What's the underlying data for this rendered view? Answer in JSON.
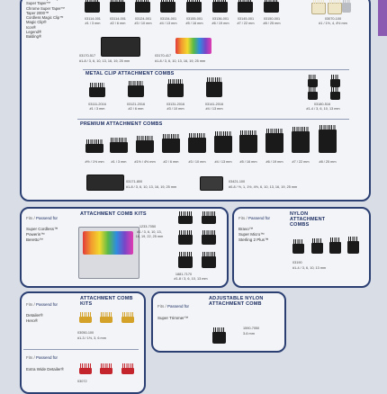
{
  "colors": {
    "navy": "#2b3f73",
    "panel": "#f2f4f7",
    "black": "#1a1a1a",
    "gold": "#d4a229",
    "red": "#c4242b",
    "purple": "#8a5bb0"
  },
  "top": {
    "models": "Cordless Super Taper™\nSuper Taper™\nChrome Super Taper™\nTaper 2000™\nCordless Magic Clip™\nMagic Clip®\nIcon®\nLegend®\nBalding®",
    "row1": [
      {
        "code": "03114-001",
        "size": "#1 / 3 mm"
      },
      {
        "code": "03114-001",
        "size": "#2 / 6 mm"
      },
      {
        "code": "03124-001",
        "size": "#3 / 10 mm"
      },
      {
        "code": "03134-001",
        "size": "#4 / 13 mm"
      },
      {
        "code": "03155-001",
        "size": "#5 / 16 mm"
      },
      {
        "code": "03136-001",
        "size": "#6 / 19 mm"
      },
      {
        "code": "03145-001",
        "size": "#7 / 22 mm"
      },
      {
        "code": "03150-001",
        "size": "#8 / 25 mm"
      },
      {
        "code": "03070-100",
        "size": "#1 / 1½, 4, 4½ mm"
      }
    ],
    "kit_black": {
      "code": "03170-517",
      "sizes": "#1-8 / 3, 6, 10, 13, 16, 19, 25 mm"
    },
    "kit_color": {
      "code": "03170-417",
      "sizes": "#1-8 / 3, 6, 10, 13, 16, 19, 25 mm"
    }
  },
  "metal": {
    "title": "Metal Clip Attachment Combs",
    "items": [
      {
        "code": "03111-2016",
        "size": "#1 / 3 mm"
      },
      {
        "code": "03121-2016",
        "size": "#2 / 6 mm"
      },
      {
        "code": "03131-2016",
        "size": "#3 / 10 mm"
      },
      {
        "code": "03141-2016",
        "size": "#4 / 13 mm"
      },
      {
        "code": "03180-516",
        "size": "#1-4 / 3, 6, 10, 13 mm"
      }
    ]
  },
  "premium": {
    "title": "Premium Attachment Combs",
    "items": [
      {
        "code": "",
        "size": "#½ / 1½ mm"
      },
      {
        "code": "",
        "size": "#1 / 3 mm"
      },
      {
        "code": "",
        "size": "#1½ / 4½ mm"
      },
      {
        "code": "",
        "size": "#2 / 6 mm"
      },
      {
        "code": "",
        "size": "#3 / 10 mm"
      },
      {
        "code": "",
        "size": "#4 / 13 mm"
      },
      {
        "code": "",
        "size": "#5 / 16 mm"
      },
      {
        "code": "",
        "size": "#6 / 19 mm"
      },
      {
        "code": "",
        "size": "#7 / 22 mm"
      },
      {
        "code": "",
        "size": "#8 / 25 mm"
      }
    ],
    "kit1": {
      "code": "03171-800",
      "sizes": "#1-8 / 3, 6, 10, 13, 16, 19, 25 mm"
    },
    "kit2": {
      "code": "03421-100",
      "sizes": "#0-8 / ½, 1, 1½, 4½, 6, 10, 13, 16, 19, 25 mm"
    }
  },
  "kits": {
    "title": "Attachment Comb Kits",
    "fits_label": "Fits",
    "passend_label": "Passend für",
    "models": "Super Cordless™\nPowerin™\nBeretto™",
    "code1": "1233-7050",
    "sizes1": "#1 / 3, 6, 10, 13,\n16, 19, 22, 25 mm",
    "code2": "1881-7170",
    "sizes2": "#1-8 / 3, 6, 10, 13 mm"
  },
  "nylon": {
    "title": "Nylon Attachment Combs",
    "fits_label": "Fits",
    "passend_label": "Passend für",
    "models": "Bravo™\nSuper Micro™\nSterling 2 Plus™",
    "code": "03190",
    "sizes": "#1-4 / 3, 6, 10, 13 mm"
  },
  "kits_small": {
    "title": "Attachment Comb Kits",
    "fits_label": "Fits",
    "passend_label": "Passend für",
    "models1": "Detailer®\nHero®",
    "code1": "03050-100",
    "sizes1": "#1-3 / 1½, 3, 6 mm",
    "models2": "Extra Wide Detailer®",
    "code2": "03072",
    "sizes2": "#1-3 / 1½, 3, 6 mm"
  },
  "adjustable": {
    "title": "Adjustable Nylon Attachment Comb",
    "fits_label": "Fits",
    "passend_label": "Passend für",
    "models": "Super Trimmer™",
    "code": "1590-7050",
    "sizes": "3-6 mm"
  }
}
